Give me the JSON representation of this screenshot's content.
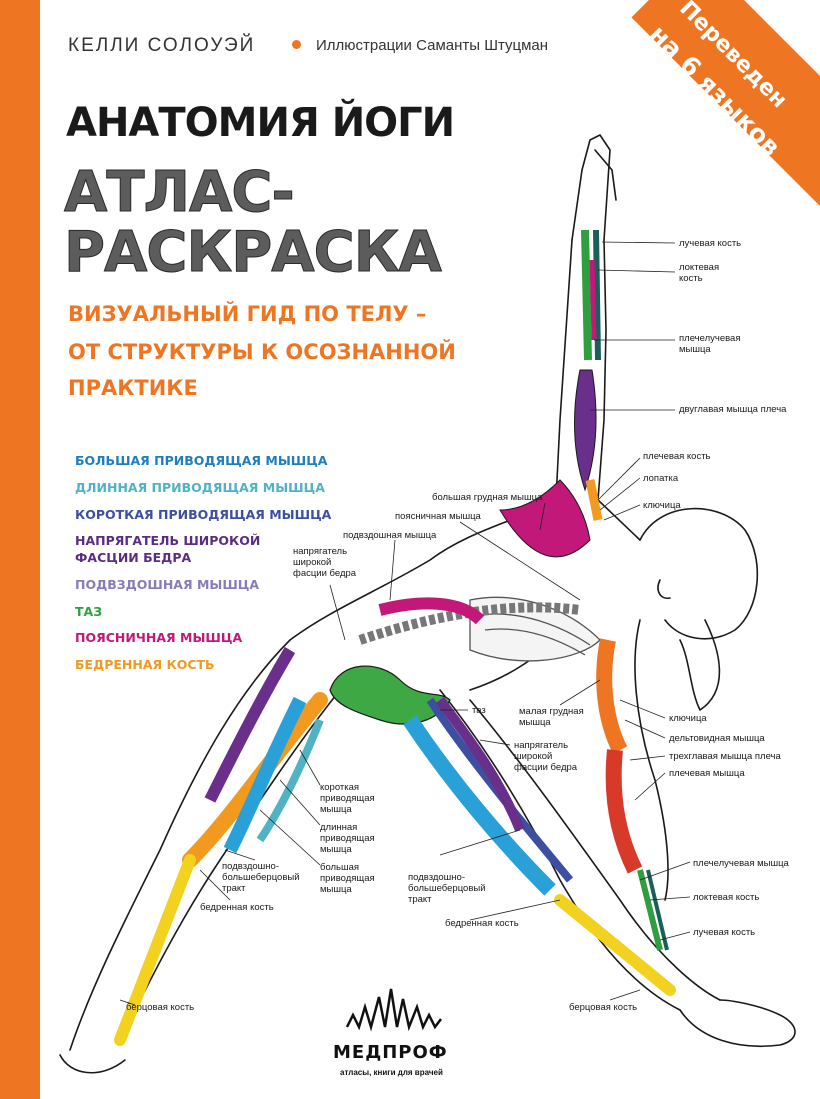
{
  "header": {
    "author": "КЕЛЛИ СОЛОУЭЙ",
    "illustrator": "Иллюстрации Саманты Штуцман"
  },
  "title": {
    "line1": "АНАТОМИЯ ЙОГИ",
    "line2": "АТЛАС-",
    "line3": "РАСКРАСКА"
  },
  "subtitle": {
    "line1": "ВИЗУАЛЬНЫЙ ГИД ПО ТЕЛУ –",
    "line2": "ОТ СТРУКТУРЫ К ОСОЗНАННОЙ",
    "line3": "ПРАКТИКЕ"
  },
  "badge": {
    "line1": "Переведен",
    "line2": "на 6 языков"
  },
  "legend": [
    {
      "label": "БОЛЬШАЯ ПРИВОДЯЩАЯ МЫШЦА",
      "color": "#1d7fbf"
    },
    {
      "label": "ДЛИННАЯ ПРИВОДЯЩАЯ МЫШЦА",
      "color": "#4fb3c4"
    },
    {
      "label": "КОРОТКАЯ ПРИВОДЯЩАЯ МЫШЦА",
      "color": "#3d4fa0"
    },
    {
      "label": "НАПРЯГАТЕЛЬ ШИРОКОЙ",
      "color": "#5a2d82"
    },
    {
      "label": "ФАСЦИИ БЕДРА",
      "color": "#5a2d82"
    },
    {
      "label": "ПОДВЗДОШНАЯ МЫШЦА",
      "color": "#8a7cb8"
    },
    {
      "label": "ТАЗ",
      "color": "#2e9e3e"
    },
    {
      "label": "ПОЯСНИЧНАЯ МЫШЦА",
      "color": "#c2187a"
    },
    {
      "label": "БЕДРЕННАЯ КОСТЬ",
      "color": "#f29a1f"
    }
  ],
  "labels": {
    "l1": "лучевая кость",
    "l2": "локтевая",
    "l3": "кость",
    "l4": "плечелучевая",
    "l5": "мышца",
    "l6": "двуглавая мышца плеча",
    "l7": "плечевая кость",
    "l8": "лопатка",
    "l9": "ключица",
    "l10": "большая грудная мышца",
    "l11": "поясничная мышца",
    "l12": "подвздошная мышца",
    "l13": "напрягатель",
    "l14": "широкой",
    "l15": "фасции бедра",
    "l16": "таз",
    "l17": "малая грудная",
    "l18": "мышца",
    "l19": "ключица",
    "l20": "дельтовидная мышца",
    "l21": "трехглавая мышца плеча",
    "l22": "плечевая мышца",
    "l23": "напрягатель",
    "l24": "широкой",
    "l25": "фасции бедра",
    "l26": "короткая",
    "l27": "приводящая",
    "l28": "мышца",
    "l29": "длинная",
    "l30": "приводящая",
    "l31": "мышца",
    "l32": "большая",
    "l33": "приводящая",
    "l34": "мышца",
    "l35": "подвздошно-",
    "l36": "большеберцовый",
    "l37": "тракт",
    "l38": "бедренная кость",
    "l39": "подвздошно-",
    "l40": "большеберцовый",
    "l41": "тракт",
    "l42": "бедренная кость",
    "l43": "плечелучевая мышца",
    "l44": "локтевая кость",
    "l45": "лучевая кость",
    "l46": "берцовая кость",
    "l47": "берцовая кость"
  },
  "publisher": {
    "name": "МЕДПРОФ",
    "tagline": "атласы, книги для врачей"
  },
  "colors": {
    "accent": "#ee7623",
    "title_dark": "#1a1a1a",
    "title_gray": "#5c5c5c"
  }
}
